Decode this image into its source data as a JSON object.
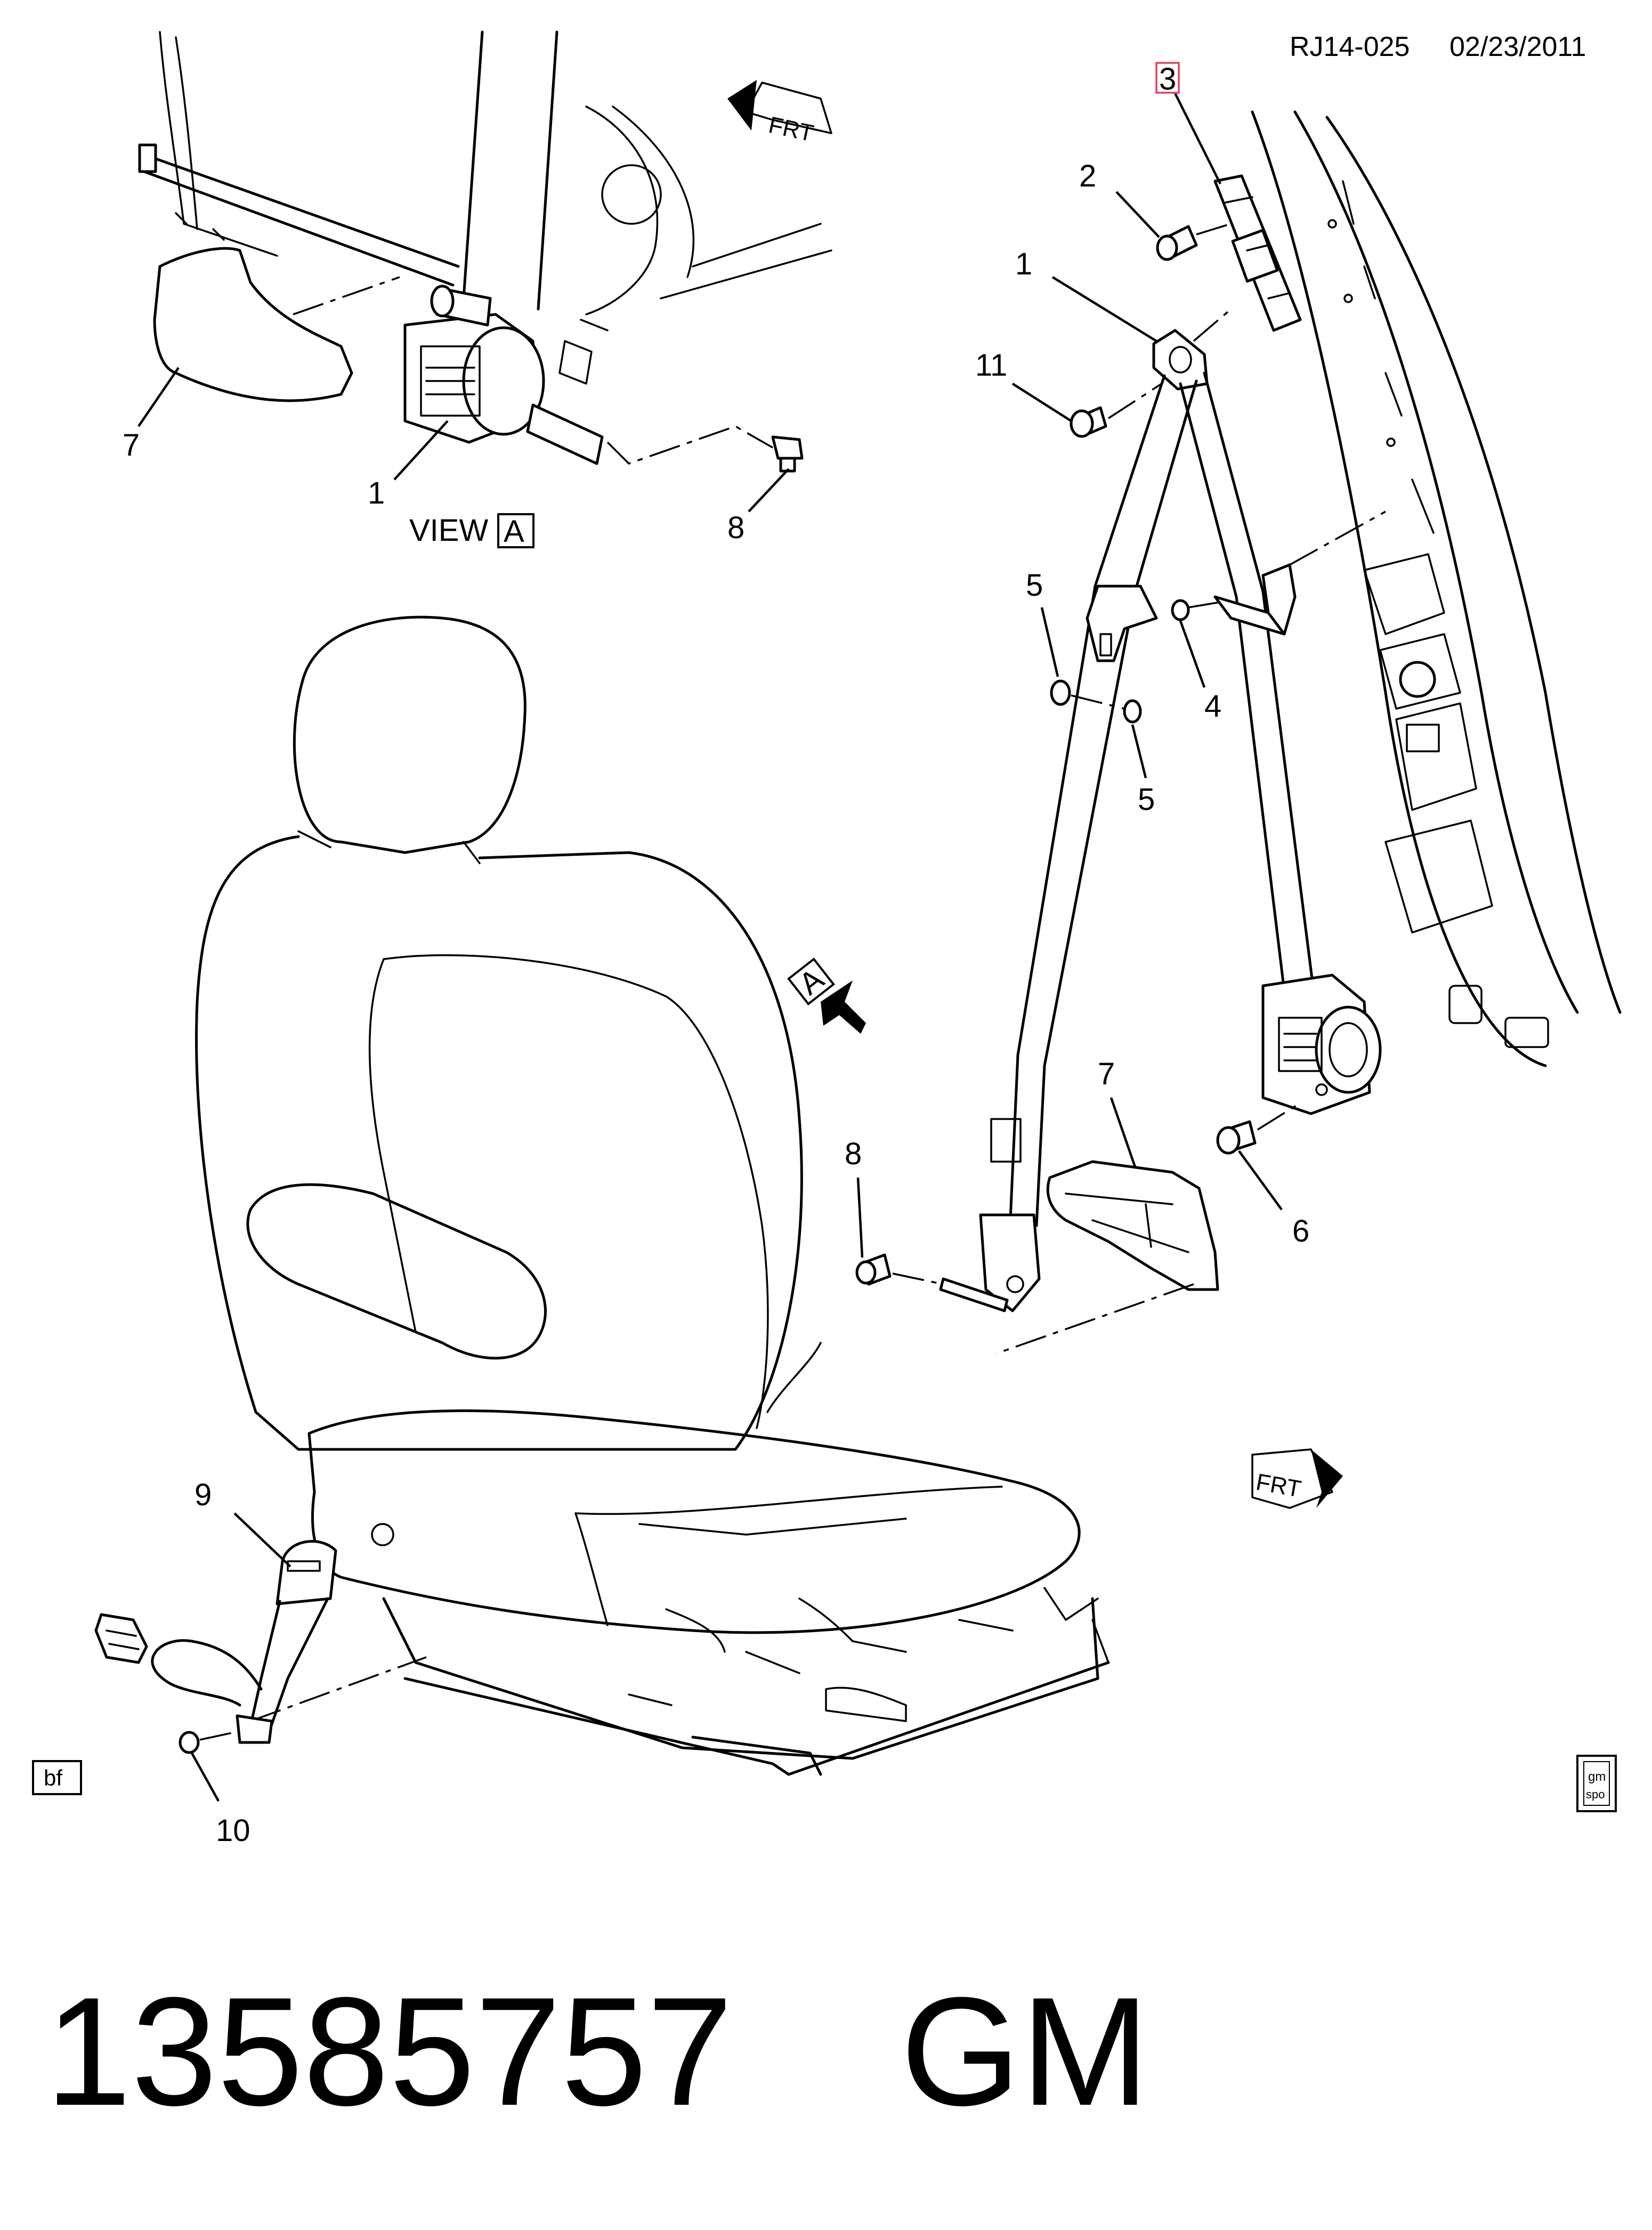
{
  "header": {
    "ref": "RJ14-025",
    "date": "02/23/2011"
  },
  "view_label": {
    "prefix": "VIEW",
    "letter": "A"
  },
  "direction": {
    "front": "FRT",
    "view_letter": "A"
  },
  "callouts": {
    "top": {
      "c7": "7",
      "c1": "1",
      "c8": "8"
    },
    "right": {
      "c3": "3",
      "c2": "2",
      "c1": "1",
      "c11": "11",
      "c5a": "5",
      "c4": "4",
      "c5b": "5",
      "c7": "7",
      "c8": "8",
      "c6": "6"
    },
    "seat": {
      "c9": "9",
      "c10": "10"
    }
  },
  "corner_box": "bf",
  "logo": {
    "line1": "gm",
    "line2": "spo"
  },
  "part_number": "13585757",
  "brand": "GM",
  "colors": {
    "ink": "#000000",
    "highlight_box": "#e0455a",
    "background": "#ffffff"
  }
}
